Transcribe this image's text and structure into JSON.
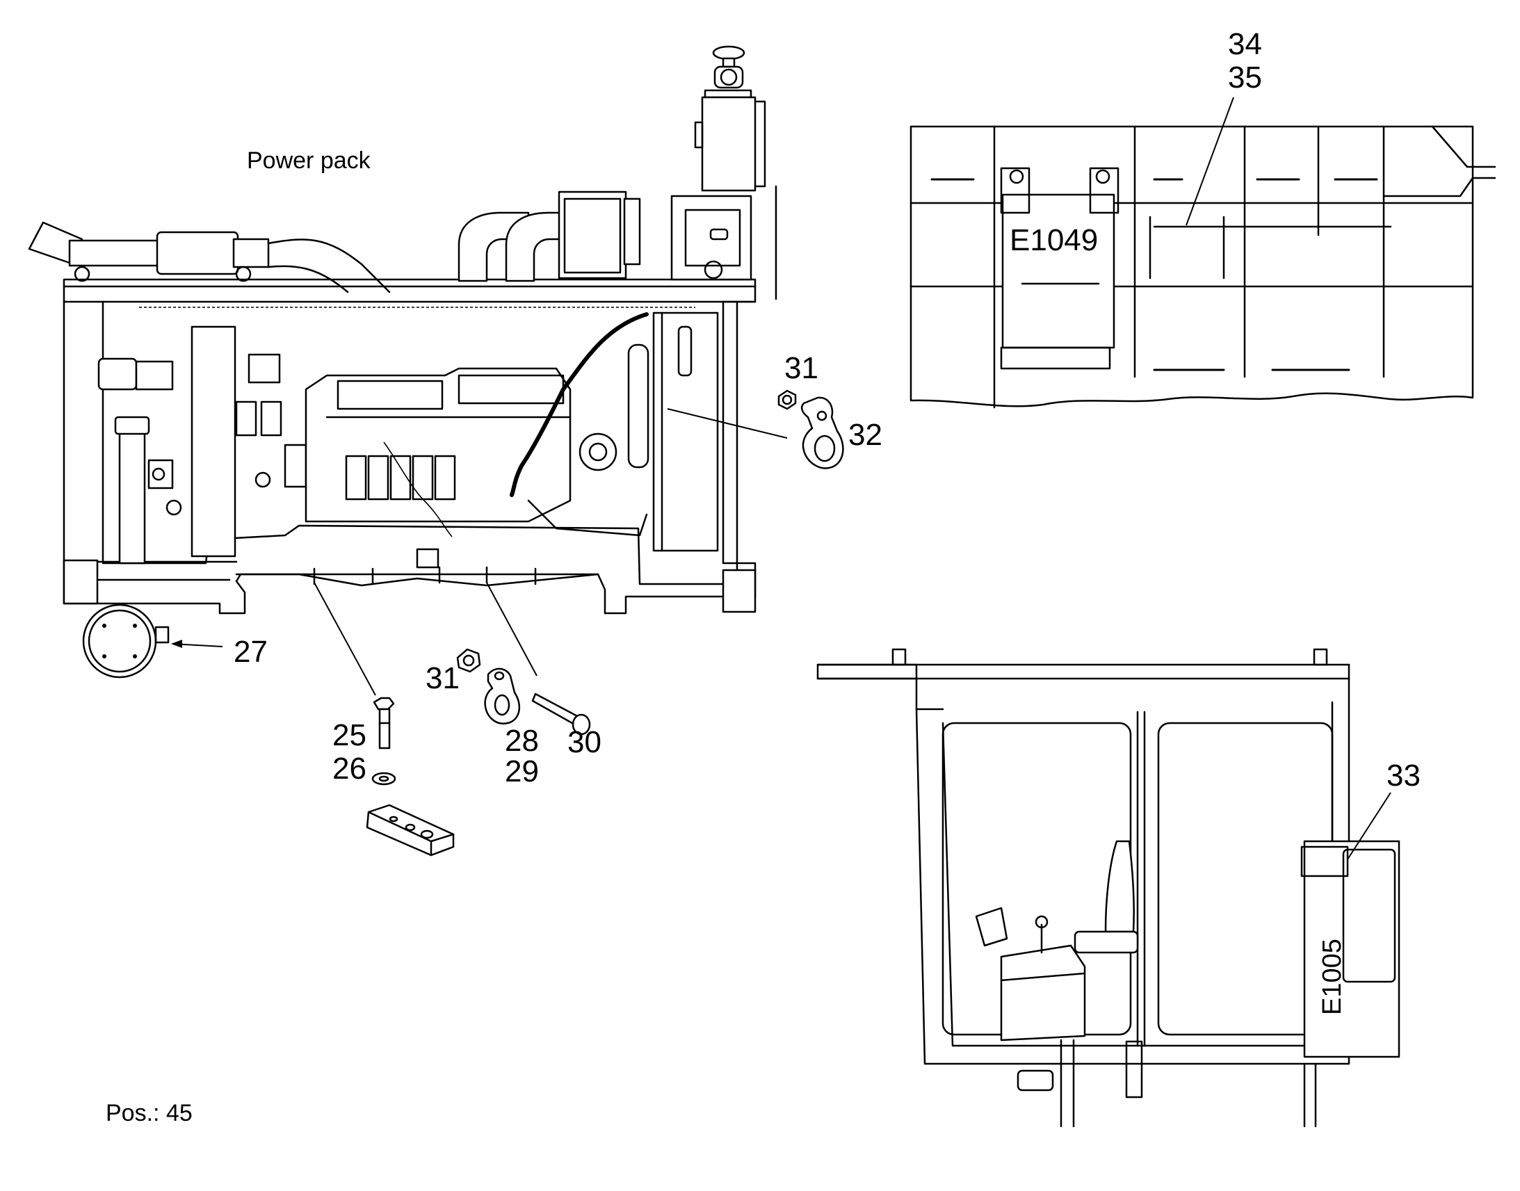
{
  "title": "Power pack",
  "position_note": "Pos.: 45",
  "panel_labels": {
    "tank": "E1049",
    "cab_box": "E1005"
  },
  "callouts": {
    "c25": "25",
    "c26": "26",
    "c27": "27",
    "c28": "28",
    "c29": "29",
    "c30": "30",
    "c31a": "31",
    "c31b": "31",
    "c32": "32",
    "c33": "33",
    "c34": "34",
    "c35": "35"
  },
  "colors": {
    "line": "#000000",
    "background": "#ffffff"
  }
}
